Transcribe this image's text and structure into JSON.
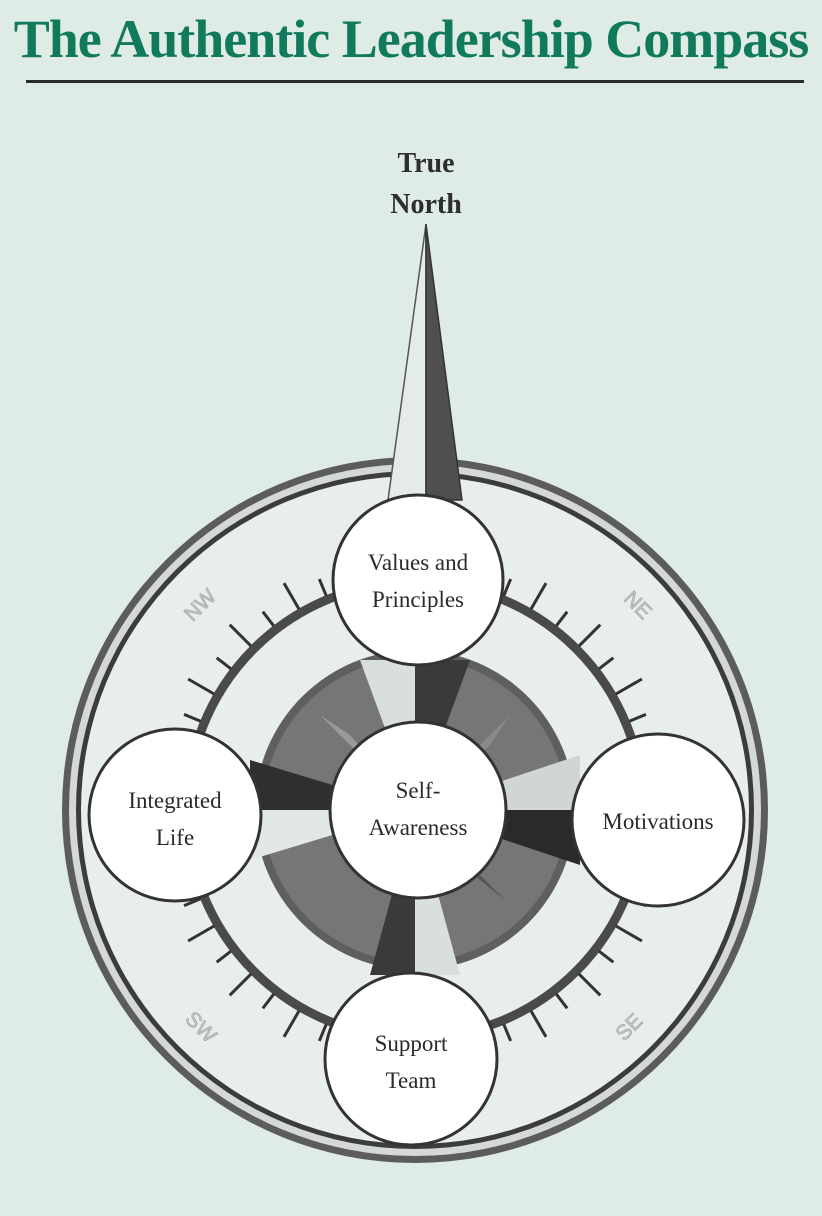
{
  "title": "The Authentic Leadership Compass",
  "north_label": {
    "line1": "True",
    "line2": "North"
  },
  "directions": {
    "nw": "NW",
    "ne": "NE",
    "sw": "SW",
    "se": "SE"
  },
  "nodes": {
    "top": {
      "line1": "Values and",
      "line2": "Principles"
    },
    "left": {
      "line1": "Integrated",
      "line2": "Life"
    },
    "center": {
      "line1": "Self-",
      "line2": "Awareness"
    },
    "right": {
      "line1": "Motivations"
    },
    "bottom": {
      "line1": "Support",
      "line2": "Team"
    }
  },
  "colors": {
    "title": "#127a5c",
    "background": "#dfece6",
    "face": "#e7eeeb",
    "rim": "#3a3a3a"
  }
}
